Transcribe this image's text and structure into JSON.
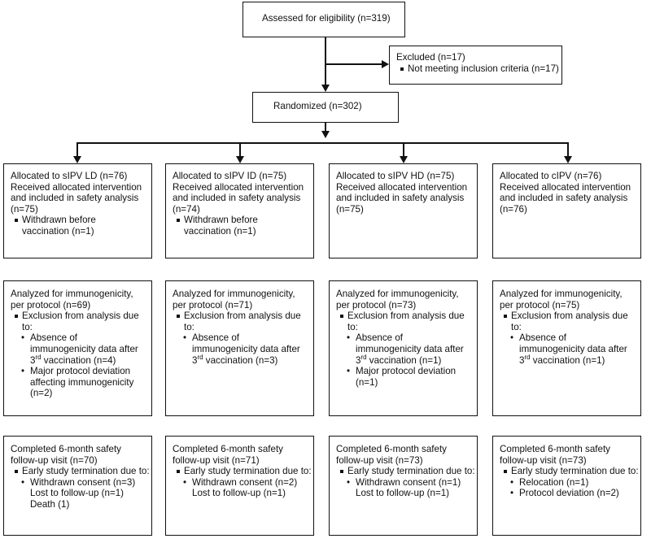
{
  "top": {
    "label": "Assessed for eligibility (n=319)"
  },
  "excluded": {
    "title": "Excluded (n=17)",
    "reason": "Not meeting inclusion criteria (n=17)"
  },
  "randomized": {
    "label": "Randomized (n=302)"
  },
  "columns": [
    {
      "allocation": {
        "title": "Allocated to sIPV LD (n=76)",
        "lines": [
          "Received allocated intervention",
          "and included in safety analysis",
          "(n=75)"
        ],
        "bullet_lines": [
          "Withdrawn before",
          "vaccination (n=1)"
        ]
      },
      "analysis": {
        "lines": [
          "Analyzed for immunogenicity,",
          "per protocol (n=69)"
        ],
        "exclusion_lines": [
          "Exclusion from analysis due to:"
        ],
        "subs": [
          {
            "lines": [
              "Absence of",
              "immunogenicity data after"
            ],
            "ord_num": "3",
            "ord_suffix": "rd",
            "tail": " vaccination (n=4)"
          },
          {
            "lines": [
              "Major protocol deviation",
              "affecting immunogenicity",
              "(n=2)"
            ]
          }
        ]
      },
      "safety": {
        "lines": [
          "Completed 6-month safety",
          "follow-up visit (n=70)"
        ],
        "termination": "Early study termination due to:",
        "subs": [
          "Withdrawn consent (n=3)"
        ],
        "extra": [
          "Lost to follow-up (n=1)",
          "Death (1)"
        ]
      }
    },
    {
      "allocation": {
        "title": "Allocated to sIPV ID (n=75)",
        "lines": [
          "Received allocated intervention",
          "and included in safety analysis",
          "(n=74)"
        ],
        "bullet_lines": [
          "Withdrawn before",
          "vaccination (n=1)"
        ]
      },
      "analysis": {
        "lines": [
          "Analyzed for immunogenicity,",
          "per protocol (n=71)"
        ],
        "exclusion_lines": [
          "Exclusion from analysis due",
          "to:"
        ],
        "subs": [
          {
            "lines": [
              "Absence of",
              "immunogenicity data after"
            ],
            "ord_num": "3",
            "ord_suffix": "rd",
            "tail": " vaccination (n=3)"
          }
        ]
      },
      "safety": {
        "lines": [
          "Completed 6-month safety",
          "follow-up visit (n=71)"
        ],
        "termination": "Early study termination due to:",
        "subs": [
          "Withdrawn consent (n=2)"
        ],
        "extra": [
          "Lost to follow-up (n=1)"
        ]
      }
    },
    {
      "allocation": {
        "title": "Allocated to sIPV HD (n=75)",
        "lines": [
          "Received allocated intervention",
          "and included in safety analysis",
          "(n=75)"
        ],
        "bullet_lines": []
      },
      "analysis": {
        "lines": [
          "Analyzed for immunogenicity,",
          "per protocol (n=73)"
        ],
        "exclusion_lines": [
          "Exclusion from analysis due",
          "to:"
        ],
        "subs": [
          {
            "lines": [
              "Absence of",
              "immunogenicity data after"
            ],
            "ord_num": "3",
            "ord_suffix": "rd",
            "tail": " vaccination (n=1)"
          },
          {
            "lines": [
              "Major protocol deviation",
              "(n=1)"
            ]
          }
        ]
      },
      "safety": {
        "lines": [
          "Completed 6-month safety",
          "follow-up visit (n=73)"
        ],
        "termination": "Early study termination due to:",
        "subs": [
          "Withdrawn consent (n=1)"
        ],
        "extra": [
          "Lost to follow-up (n=1)"
        ]
      }
    },
    {
      "allocation": {
        "title": "Allocated to cIPV (n=76)",
        "lines": [
          "Received allocated intervention",
          "and included in safety analysis",
          "(n=76)"
        ],
        "bullet_lines": []
      },
      "analysis": {
        "lines": [
          "Analyzed for immunogenicity,",
          "per protocol (n=75)"
        ],
        "exclusion_lines": [
          "Exclusion from analysis due",
          "to:"
        ],
        "subs": [
          {
            "lines": [
              "Absence of",
              "immunogenicity data after"
            ],
            "ord_num": "3",
            "ord_suffix": "rd",
            "tail": " vaccination (n=1)"
          }
        ]
      },
      "safety": {
        "lines": [
          "Completed 6-month safety",
          "follow-up visit (n=73)"
        ],
        "termination": "Early study termination due to:",
        "subs": [
          "Relocation (n=1)",
          "Protocol deviation (n=2)"
        ],
        "extra": []
      }
    }
  ]
}
